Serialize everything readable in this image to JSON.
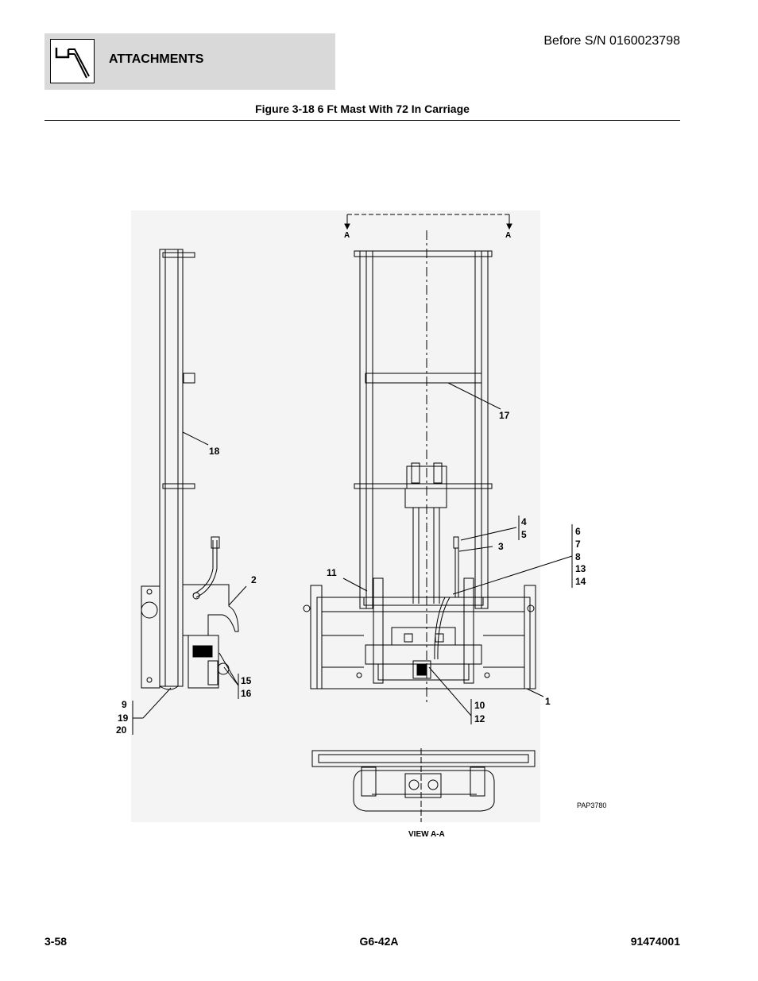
{
  "header": {
    "section_title": "ATTACHMENTS",
    "serial_note": "Before S/N 0160023798",
    "icon": "wrench-icon"
  },
  "figure": {
    "title": "Figure 3-18 6 Ft Mast With 72 In Carriage",
    "section_markers": [
      "A",
      "A"
    ],
    "view_label": "VIEW A-A",
    "drawing_id": "PAP3780",
    "callouts": [
      "1",
      "2",
      "3",
      "4",
      "5",
      "6",
      "7",
      "8",
      "9",
      "10",
      "11",
      "12",
      "13",
      "14",
      "15",
      "16",
      "17",
      "18",
      "19",
      "20"
    ]
  },
  "footer": {
    "page": "3-58",
    "model": "G6-42A",
    "doc_number": "91474001"
  }
}
